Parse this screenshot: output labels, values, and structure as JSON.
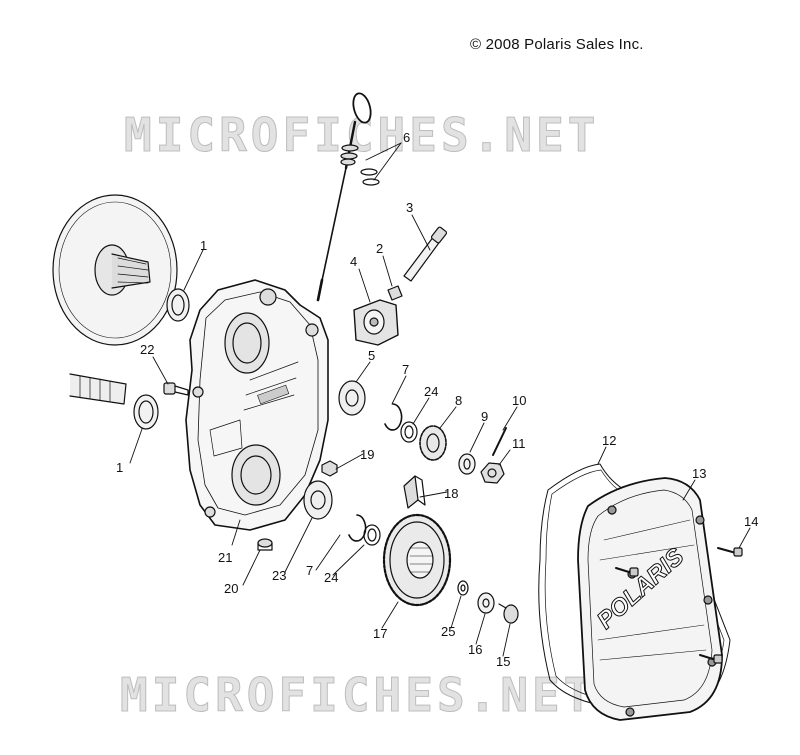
{
  "copyright": "© 2008 Polaris Sales Inc.",
  "watermark_text": "MICROFICHES.NET",
  "brand_text": "POLARIS",
  "callouts": {
    "c1a": "1",
    "c1b": "1",
    "c2": "2",
    "c3": "3",
    "c4": "4",
    "c5": "5",
    "c6": "6",
    "c7a": "7",
    "c7b": "7",
    "c8": "8",
    "c9": "9",
    "c10": "10",
    "c11": "11",
    "c12": "12",
    "c13": "13",
    "c14": "14",
    "c15": "15",
    "c16": "16",
    "c17": "17",
    "c18": "18",
    "c19": "19",
    "c20": "20",
    "c21": "21",
    "c22": "22",
    "c23": "23",
    "c24a": "24",
    "c24b": "24",
    "c25": "25"
  }
}
